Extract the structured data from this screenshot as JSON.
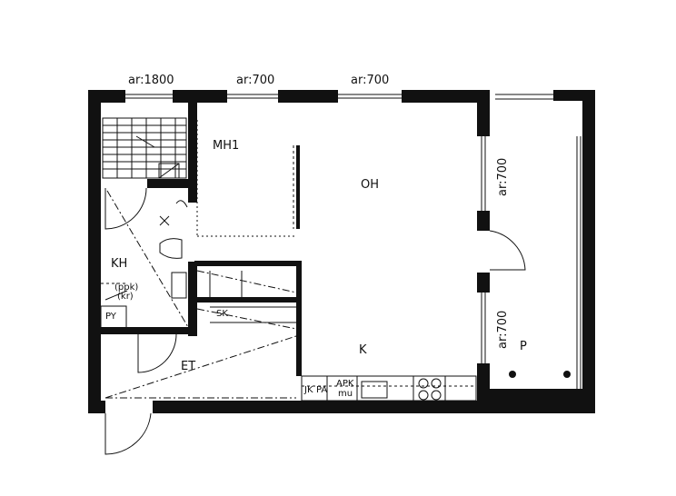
{
  "plan": {
    "windows": [
      "ar:1800",
      "ar:700",
      "ar:700",
      "ar:700",
      "ar:700"
    ],
    "rooms": [
      "MH1",
      "OH",
      "KH",
      "K",
      "ET",
      "P",
      "PY",
      "SK"
    ],
    "fixtures": [
      "(ppk)",
      "(kr)",
      "JK",
      "PA",
      "APK",
      "mu"
    ]
  }
}
